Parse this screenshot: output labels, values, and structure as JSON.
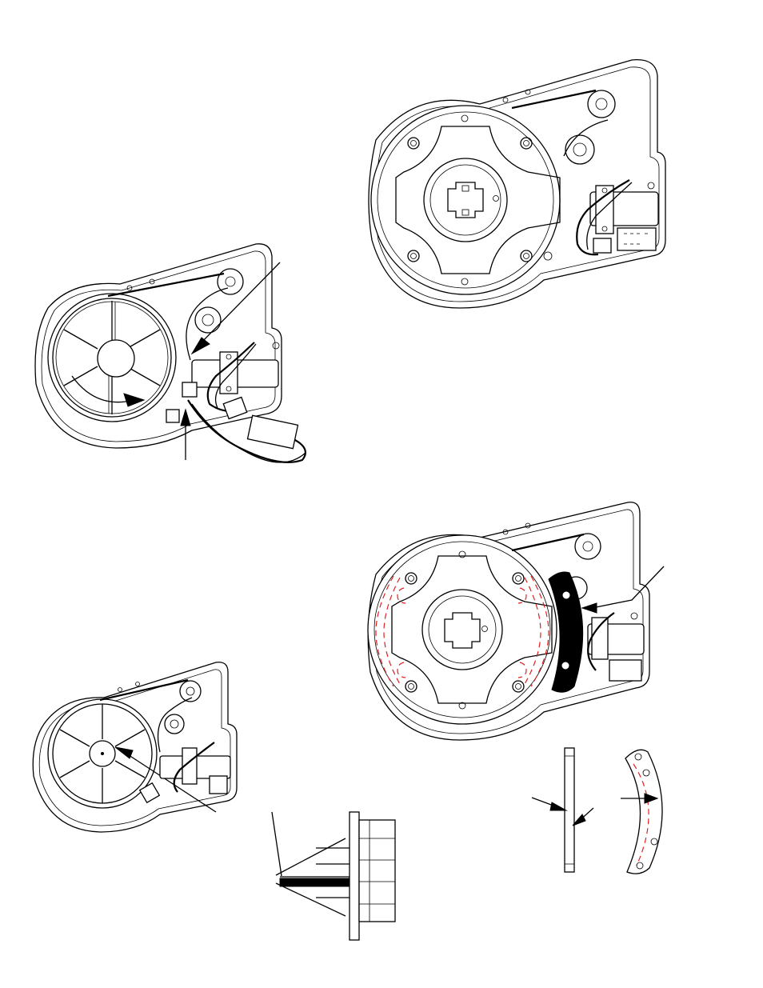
{
  "figure": {
    "views": [
      {
        "id": "top-right",
        "subject": "brake-assembly"
      },
      {
        "id": "mid-left",
        "subject": "spool-with-belt"
      },
      {
        "id": "bottom-left",
        "subject": "spool-hub"
      },
      {
        "id": "bottom-right",
        "subject": "brake-with-shoe"
      },
      {
        "id": "bottom-center",
        "subject": "spacer-side-view"
      },
      {
        "id": "bottom-far-right",
        "subject": "brake-shoe-views"
      }
    ],
    "colors": {
      "line": "#000000",
      "highlight": "#e02020",
      "background": "#ffffff"
    }
  }
}
